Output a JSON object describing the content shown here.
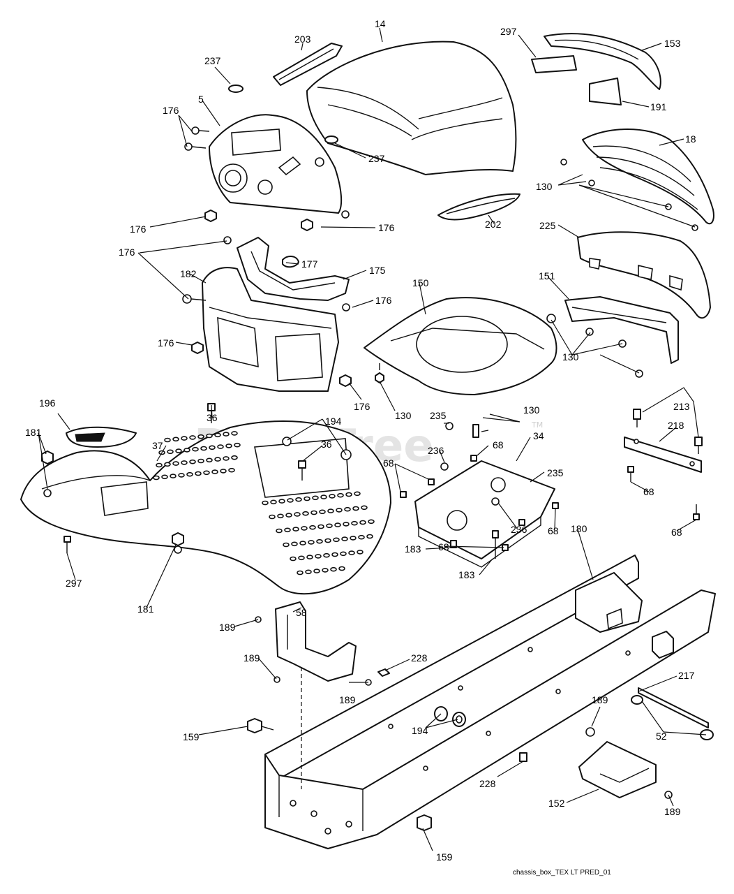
{
  "watermark": {
    "text": "PartsTree",
    "tm": "TM"
  },
  "drawing_code": "chassis_box_TEX LT PRED_01",
  "callouts": [
    {
      "id": "c-14",
      "label": "14"
    },
    {
      "id": "c-203",
      "label": "203"
    },
    {
      "id": "c-297a",
      "label": "297"
    },
    {
      "id": "c-153",
      "label": "153"
    },
    {
      "id": "c-237a",
      "label": "237"
    },
    {
      "id": "c-191",
      "label": "191"
    },
    {
      "id": "c-5",
      "label": "5"
    },
    {
      "id": "c-176a",
      "label": "176"
    },
    {
      "id": "c-18",
      "label": "18"
    },
    {
      "id": "c-237b",
      "label": "237"
    },
    {
      "id": "c-130a",
      "label": "130"
    },
    {
      "id": "c-176b",
      "label": "176"
    },
    {
      "id": "c-176c",
      "label": "176"
    },
    {
      "id": "c-202",
      "label": "202"
    },
    {
      "id": "c-225",
      "label": "225"
    },
    {
      "id": "c-176d",
      "label": "176"
    },
    {
      "id": "c-177",
      "label": "177"
    },
    {
      "id": "c-182",
      "label": "182"
    },
    {
      "id": "c-175",
      "label": "175"
    },
    {
      "id": "c-151",
      "label": "151"
    },
    {
      "id": "c-150",
      "label": "150"
    },
    {
      "id": "c-176e",
      "label": "176"
    },
    {
      "id": "c-176f",
      "label": "176"
    },
    {
      "id": "c-130b",
      "label": "130"
    },
    {
      "id": "c-176g",
      "label": "176"
    },
    {
      "id": "c-130c",
      "label": "130"
    },
    {
      "id": "c-130d",
      "label": "130"
    },
    {
      "id": "c-213",
      "label": "213"
    },
    {
      "id": "c-196",
      "label": "196"
    },
    {
      "id": "c-36a",
      "label": "36"
    },
    {
      "id": "c-194a",
      "label": "194"
    },
    {
      "id": "c-235a",
      "label": "235"
    },
    {
      "id": "c-218",
      "label": "218"
    },
    {
      "id": "c-181a",
      "label": "181"
    },
    {
      "id": "c-37",
      "label": "37"
    },
    {
      "id": "c-36b",
      "label": "36"
    },
    {
      "id": "c-68a",
      "label": "68"
    },
    {
      "id": "c-34",
      "label": "34"
    },
    {
      "id": "c-236a",
      "label": "236"
    },
    {
      "id": "c-68b",
      "label": "68"
    },
    {
      "id": "c-235b",
      "label": "235"
    },
    {
      "id": "c-68c",
      "label": "68"
    },
    {
      "id": "c-68d",
      "label": "68"
    },
    {
      "id": "c-68e",
      "label": "68"
    },
    {
      "id": "c-180",
      "label": "180"
    },
    {
      "id": "c-236b",
      "label": "236"
    },
    {
      "id": "c-183a",
      "label": "183"
    },
    {
      "id": "c-68f",
      "label": "68"
    },
    {
      "id": "c-183b",
      "label": "183"
    },
    {
      "id": "c-297b",
      "label": "297"
    },
    {
      "id": "c-181b",
      "label": "181"
    },
    {
      "id": "c-58",
      "label": "58"
    },
    {
      "id": "c-189a",
      "label": "189"
    },
    {
      "id": "c-189b",
      "label": "189"
    },
    {
      "id": "c-228a",
      "label": "228"
    },
    {
      "id": "c-189c",
      "label": "189"
    },
    {
      "id": "c-217",
      "label": "217"
    },
    {
      "id": "c-189d",
      "label": "189"
    },
    {
      "id": "c-194b",
      "label": "194"
    },
    {
      "id": "c-52",
      "label": "52"
    },
    {
      "id": "c-159a",
      "label": "159"
    },
    {
      "id": "c-228b",
      "label": "228"
    },
    {
      "id": "c-152",
      "label": "152"
    },
    {
      "id": "c-189e",
      "label": "189"
    },
    {
      "id": "c-159b",
      "label": "159"
    }
  ]
}
